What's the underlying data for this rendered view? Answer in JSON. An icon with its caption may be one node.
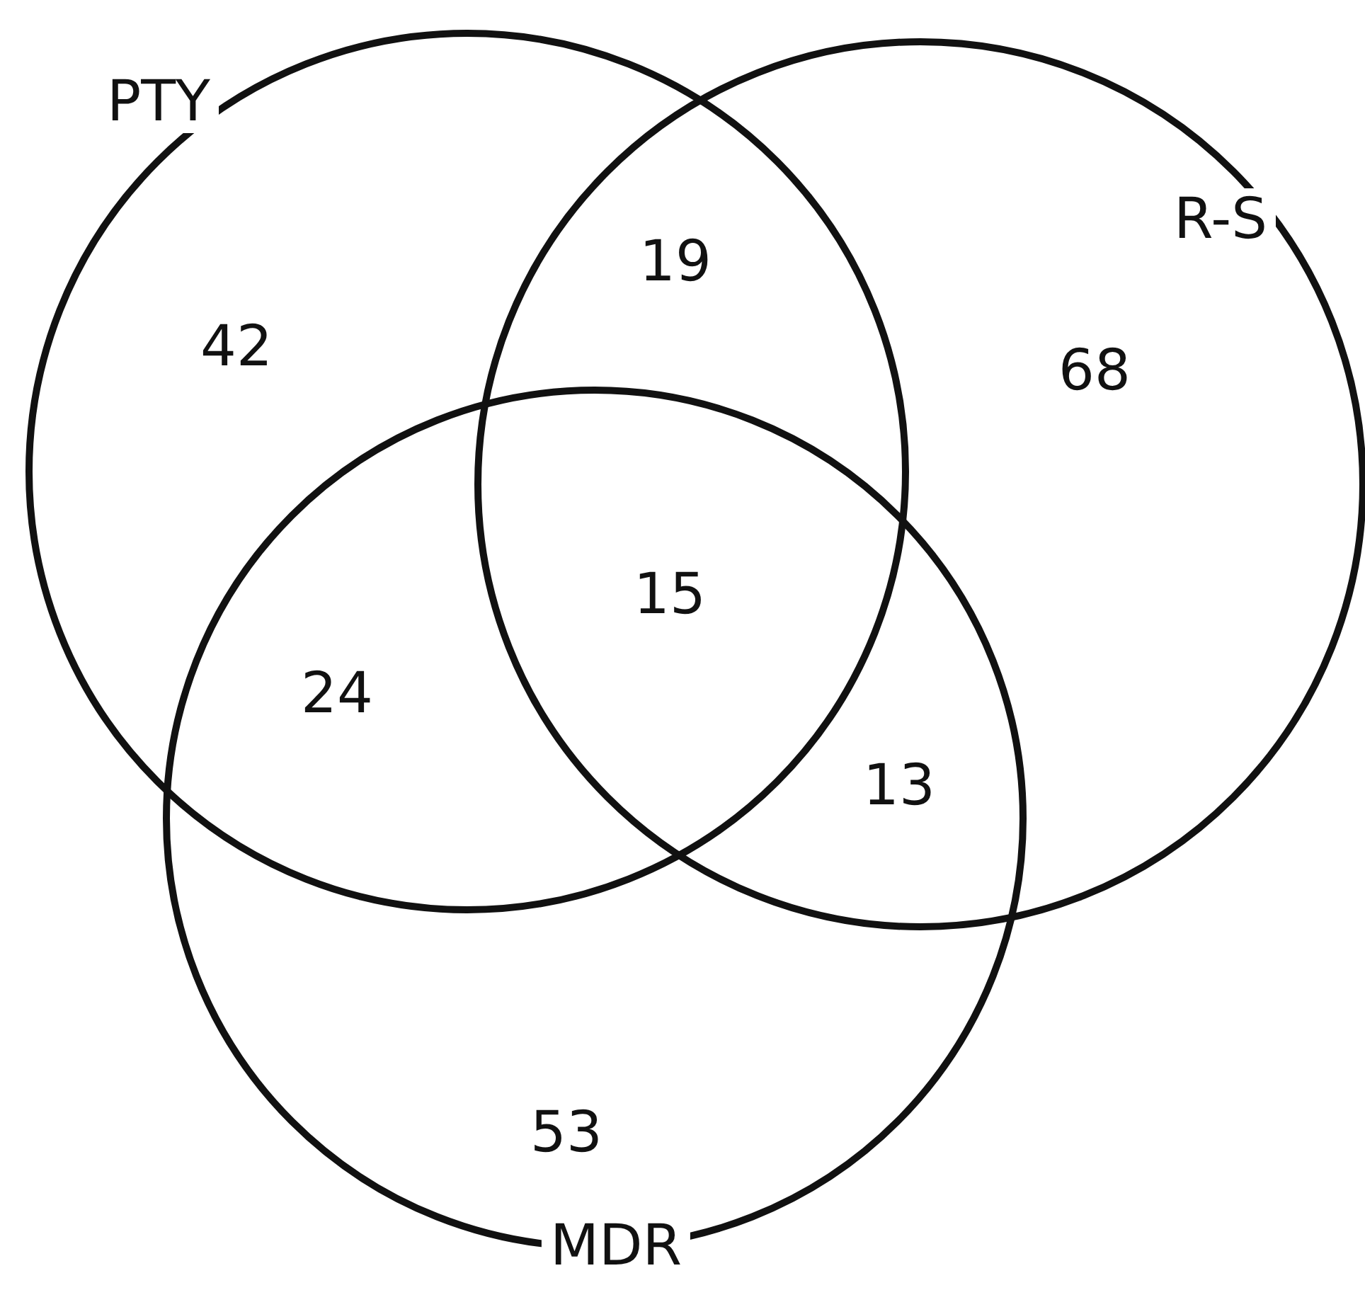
{
  "diagram": {
    "nodes": [
      {
        "text": [
          "PTY"
        ]
      },
      {
        "text": [
          "R-S"
        ]
      },
      {
        "text": [
          "MDR"
        ]
      }
    ],
    "labels": [
      "19",
      "42",
      "68",
      "15",
      "24",
      "13",
      "53"
    ]
  }
}
